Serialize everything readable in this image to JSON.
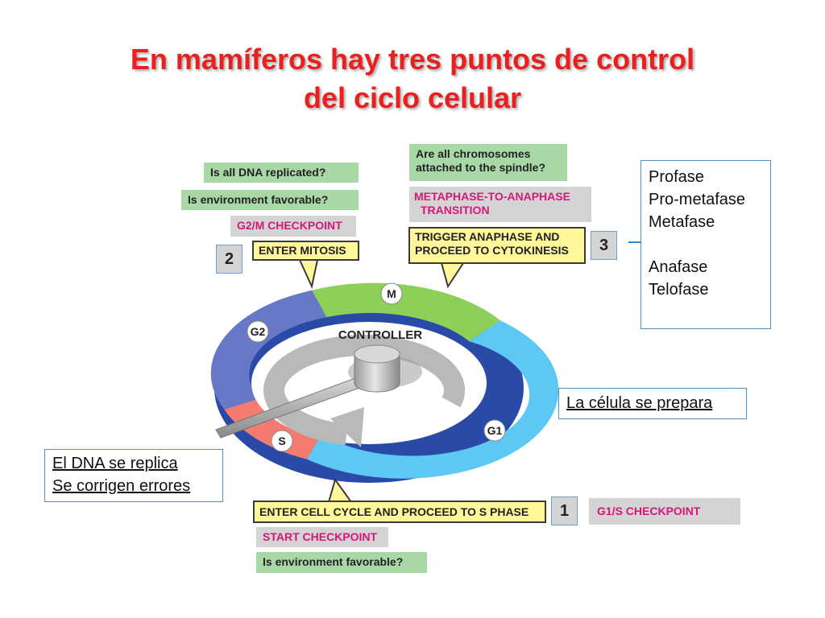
{
  "title": {
    "line1": "En mamíferos hay tres puntos de control",
    "line2": "del ciclo celular"
  },
  "phases": {
    "m": "M",
    "g2": "G2",
    "s": "S",
    "g1": "G1"
  },
  "controller_label": "CONTROLLER",
  "g2m": {
    "q1": "Is all DNA replicated?",
    "q2": "Is environment favorable?",
    "checkpoint": "G2/M CHECKPOINT",
    "action": "ENTER MITOSIS",
    "number": "2"
  },
  "metaphase": {
    "question_line1": "Are all chromosomes",
    "question_line2": "attached to the spindle?",
    "transition_line1": "METAPHASE-TO-ANAPHASE",
    "transition_line2": "TRANSITION",
    "action_line1": "TRIGGER ANAPHASE AND",
    "action_line2": "PROCEED TO CYTOKINESIS",
    "number": "3"
  },
  "mitosis_phases": [
    "Profase",
    "Pro-metafase",
    "Metafase",
    "",
    "Anafase",
    "Telofase"
  ],
  "g1_note": "La célula se prepara",
  "s_note": {
    "line1": "El DNA se replica",
    "line2": "Se corrigen errores"
  },
  "g1s": {
    "action": "ENTER CELL CYCLE AND PROCEED TO S PHASE",
    "number": "1",
    "checkpoint": "G1/S CHECKPOINT",
    "start": "START CHECKPOINT",
    "question": "Is environment favorable?"
  },
  "colors": {
    "title": "#e8201f",
    "m_phase": "#8cd05a",
    "g1_phase": "#5ec8f5",
    "s_phase": "#f37b6f",
    "g2_phase": "#6678c6",
    "checkpoint_text": "#d4177a",
    "box_green": "#a9d8a7",
    "box_yellow": "#fff79a",
    "box_gray": "#d4d4d4"
  }
}
